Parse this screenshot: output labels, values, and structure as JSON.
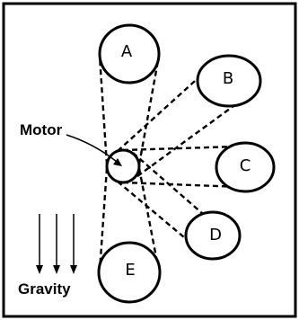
{
  "diagram": {
    "motor_label": "Motor",
    "gravity_label": "Gravity",
    "pulleys": [
      {
        "id": "A",
        "label": "A"
      },
      {
        "id": "B",
        "label": "B"
      },
      {
        "id": "C",
        "label": "C"
      },
      {
        "id": "D",
        "label": "D"
      },
      {
        "id": "E",
        "label": "E"
      }
    ],
    "colors": {
      "ink": "#000000",
      "background": "#ffffff"
    }
  }
}
